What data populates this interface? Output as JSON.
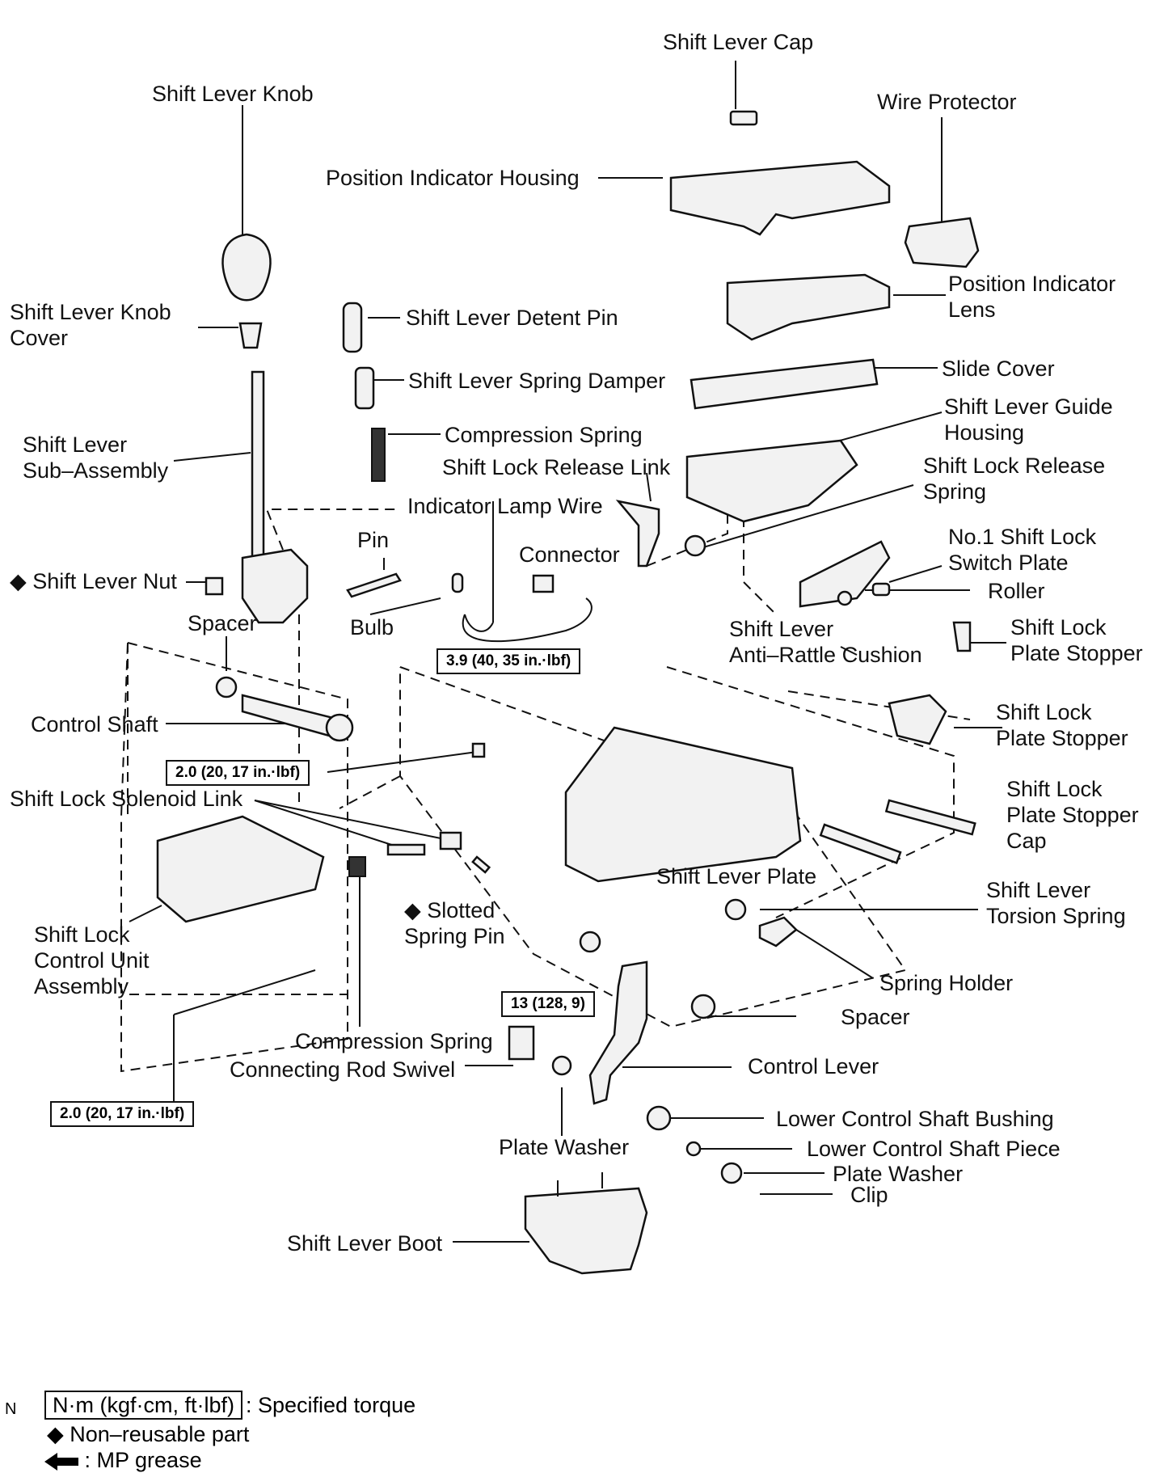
{
  "labels": {
    "shift_lever_cap": "Shift Lever Cap",
    "shift_lever_knob": "Shift Lever Knob",
    "wire_protector": "Wire Protector",
    "position_indicator_housing": "Position Indicator Housing",
    "position_indicator_lens": "Position Indicator\nLens",
    "shift_lever_knob_cover": "Shift Lever Knob\nCover",
    "shift_lever_detent_pin": "Shift Lever Detent Pin",
    "slide_cover": "Slide Cover",
    "shift_lever_spring_damper": "Shift Lever Spring Damper",
    "shift_lever_guide_housing": "Shift Lever Guide\nHousing",
    "shift_lever_sub_assembly": "Shift Lever\nSub–Assembly",
    "compression_spring_top": "Compression Spring",
    "shift_lock_release_link": "Shift Lock Release Link",
    "shift_lock_release_spring": "Shift Lock Release\nSpring",
    "indicator_lamp_wire": "Indicator Lamp Wire",
    "pin": "Pin",
    "connector": "Connector",
    "no1_shift_lock_switch_plate": "No.1 Shift Lock\nSwitch Plate",
    "shift_lever_nut": "◆ Shift Lever Nut",
    "roller": "Roller",
    "spacer_top": "Spacer",
    "bulb": "Bulb",
    "shift_lever_anti_rattle_cushion": "Shift Lever\nAnti–Rattle Cushion",
    "shift_lock_plate_stopper_1": "Shift Lock\nPlate Stopper",
    "shift_lock_plate_stopper_2": "Shift Lock\nPlate Stopper",
    "control_shaft": "Control Shaft",
    "shift_lock_plate_stopper_cap": "Shift Lock\nPlate Stopper\nCap",
    "shift_lock_solenoid_link": "Shift Lock Solenoid Link",
    "shift_lever_plate": "Shift Lever Plate",
    "shift_lever_torsion_spring": "Shift Lever\nTorsion Spring",
    "slotted_spring_pin": "◆ Slotted\nSpring Pin",
    "shift_lock_control_unit_assembly": "Shift Lock\nControl Unit\nAssembly",
    "spring_holder": "Spring Holder",
    "spacer_bottom": "Spacer",
    "compression_spring_bottom": "Compression Spring",
    "connecting_rod_swivel": "Connecting Rod Swivel",
    "control_lever": "Control Lever",
    "lower_control_shaft_bushing": "Lower Control Shaft Bushing",
    "plate_washer_left": "Plate Washer",
    "lower_control_shaft_piece": "Lower Control Shaft Piece",
    "plate_washer_right": "Plate Washer",
    "clip": "Clip",
    "shift_lever_boot": "Shift Lever Boot"
  },
  "torques": {
    "t1": "3.9 (40, 35 in.·lbf)",
    "t2": "2.0 (20, 17 in.·lbf)",
    "t3": "13 (128, 9)",
    "t4": "2.0 (20, 17 in.·lbf)"
  },
  "legend": {
    "prefix": "N",
    "torque_box": "N·m (kgf·cm, ft·lbf)",
    "torque_text": ": Specified torque",
    "nonreusable": "◆ Non–reusable part",
    "grease": ": MP grease"
  }
}
